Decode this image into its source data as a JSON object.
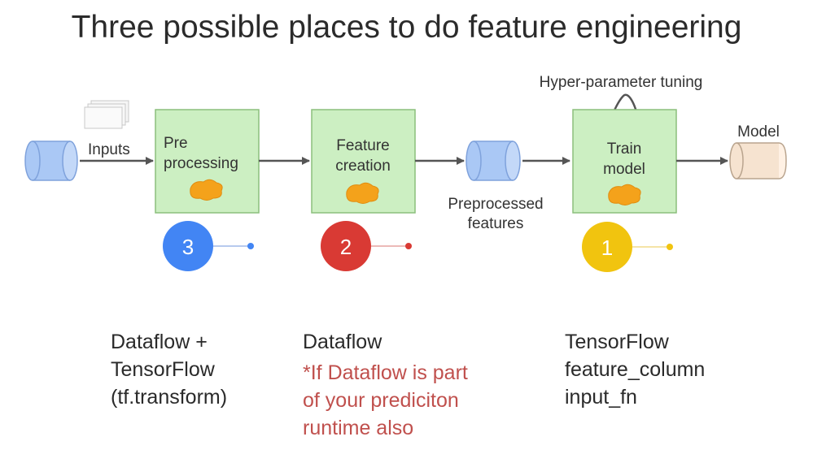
{
  "title": "Three possible places to do feature engineering",
  "labels": {
    "inputs": "Inputs",
    "model": "Model",
    "hyper": "Hyper-parameter tuning",
    "preprocessed": [
      "Preprocessed",
      "features"
    ]
  },
  "boxes": {
    "pre": [
      "Pre",
      "processing"
    ],
    "feature": [
      "Feature",
      "creation"
    ],
    "train": [
      "Train",
      "model"
    ]
  },
  "badges": [
    {
      "number": "3",
      "color": "#4285f4"
    },
    {
      "number": "2",
      "color": "#d93a34"
    },
    {
      "number": "1",
      "color": "#f1c40f"
    }
  ],
  "bottom": {
    "col1": [
      "Dataflow +",
      "TensorFlow",
      "(tf.transform)"
    ],
    "col2_title": "Dataflow",
    "col2_note": [
      "*If Dataflow is part",
      "of your prediciton",
      "runtime also"
    ],
    "col3": [
      "TensorFlow",
      "feature_column",
      "input_fn"
    ]
  },
  "colors": {
    "box_fill": "#ccefc2",
    "box_stroke": "#8bbf7c",
    "cylinder_blue": "#aac8f5",
    "cylinder_model": "#f6e3d0",
    "blob": "#f4a21b",
    "arrow": "#555555",
    "note": "#c0504d"
  }
}
